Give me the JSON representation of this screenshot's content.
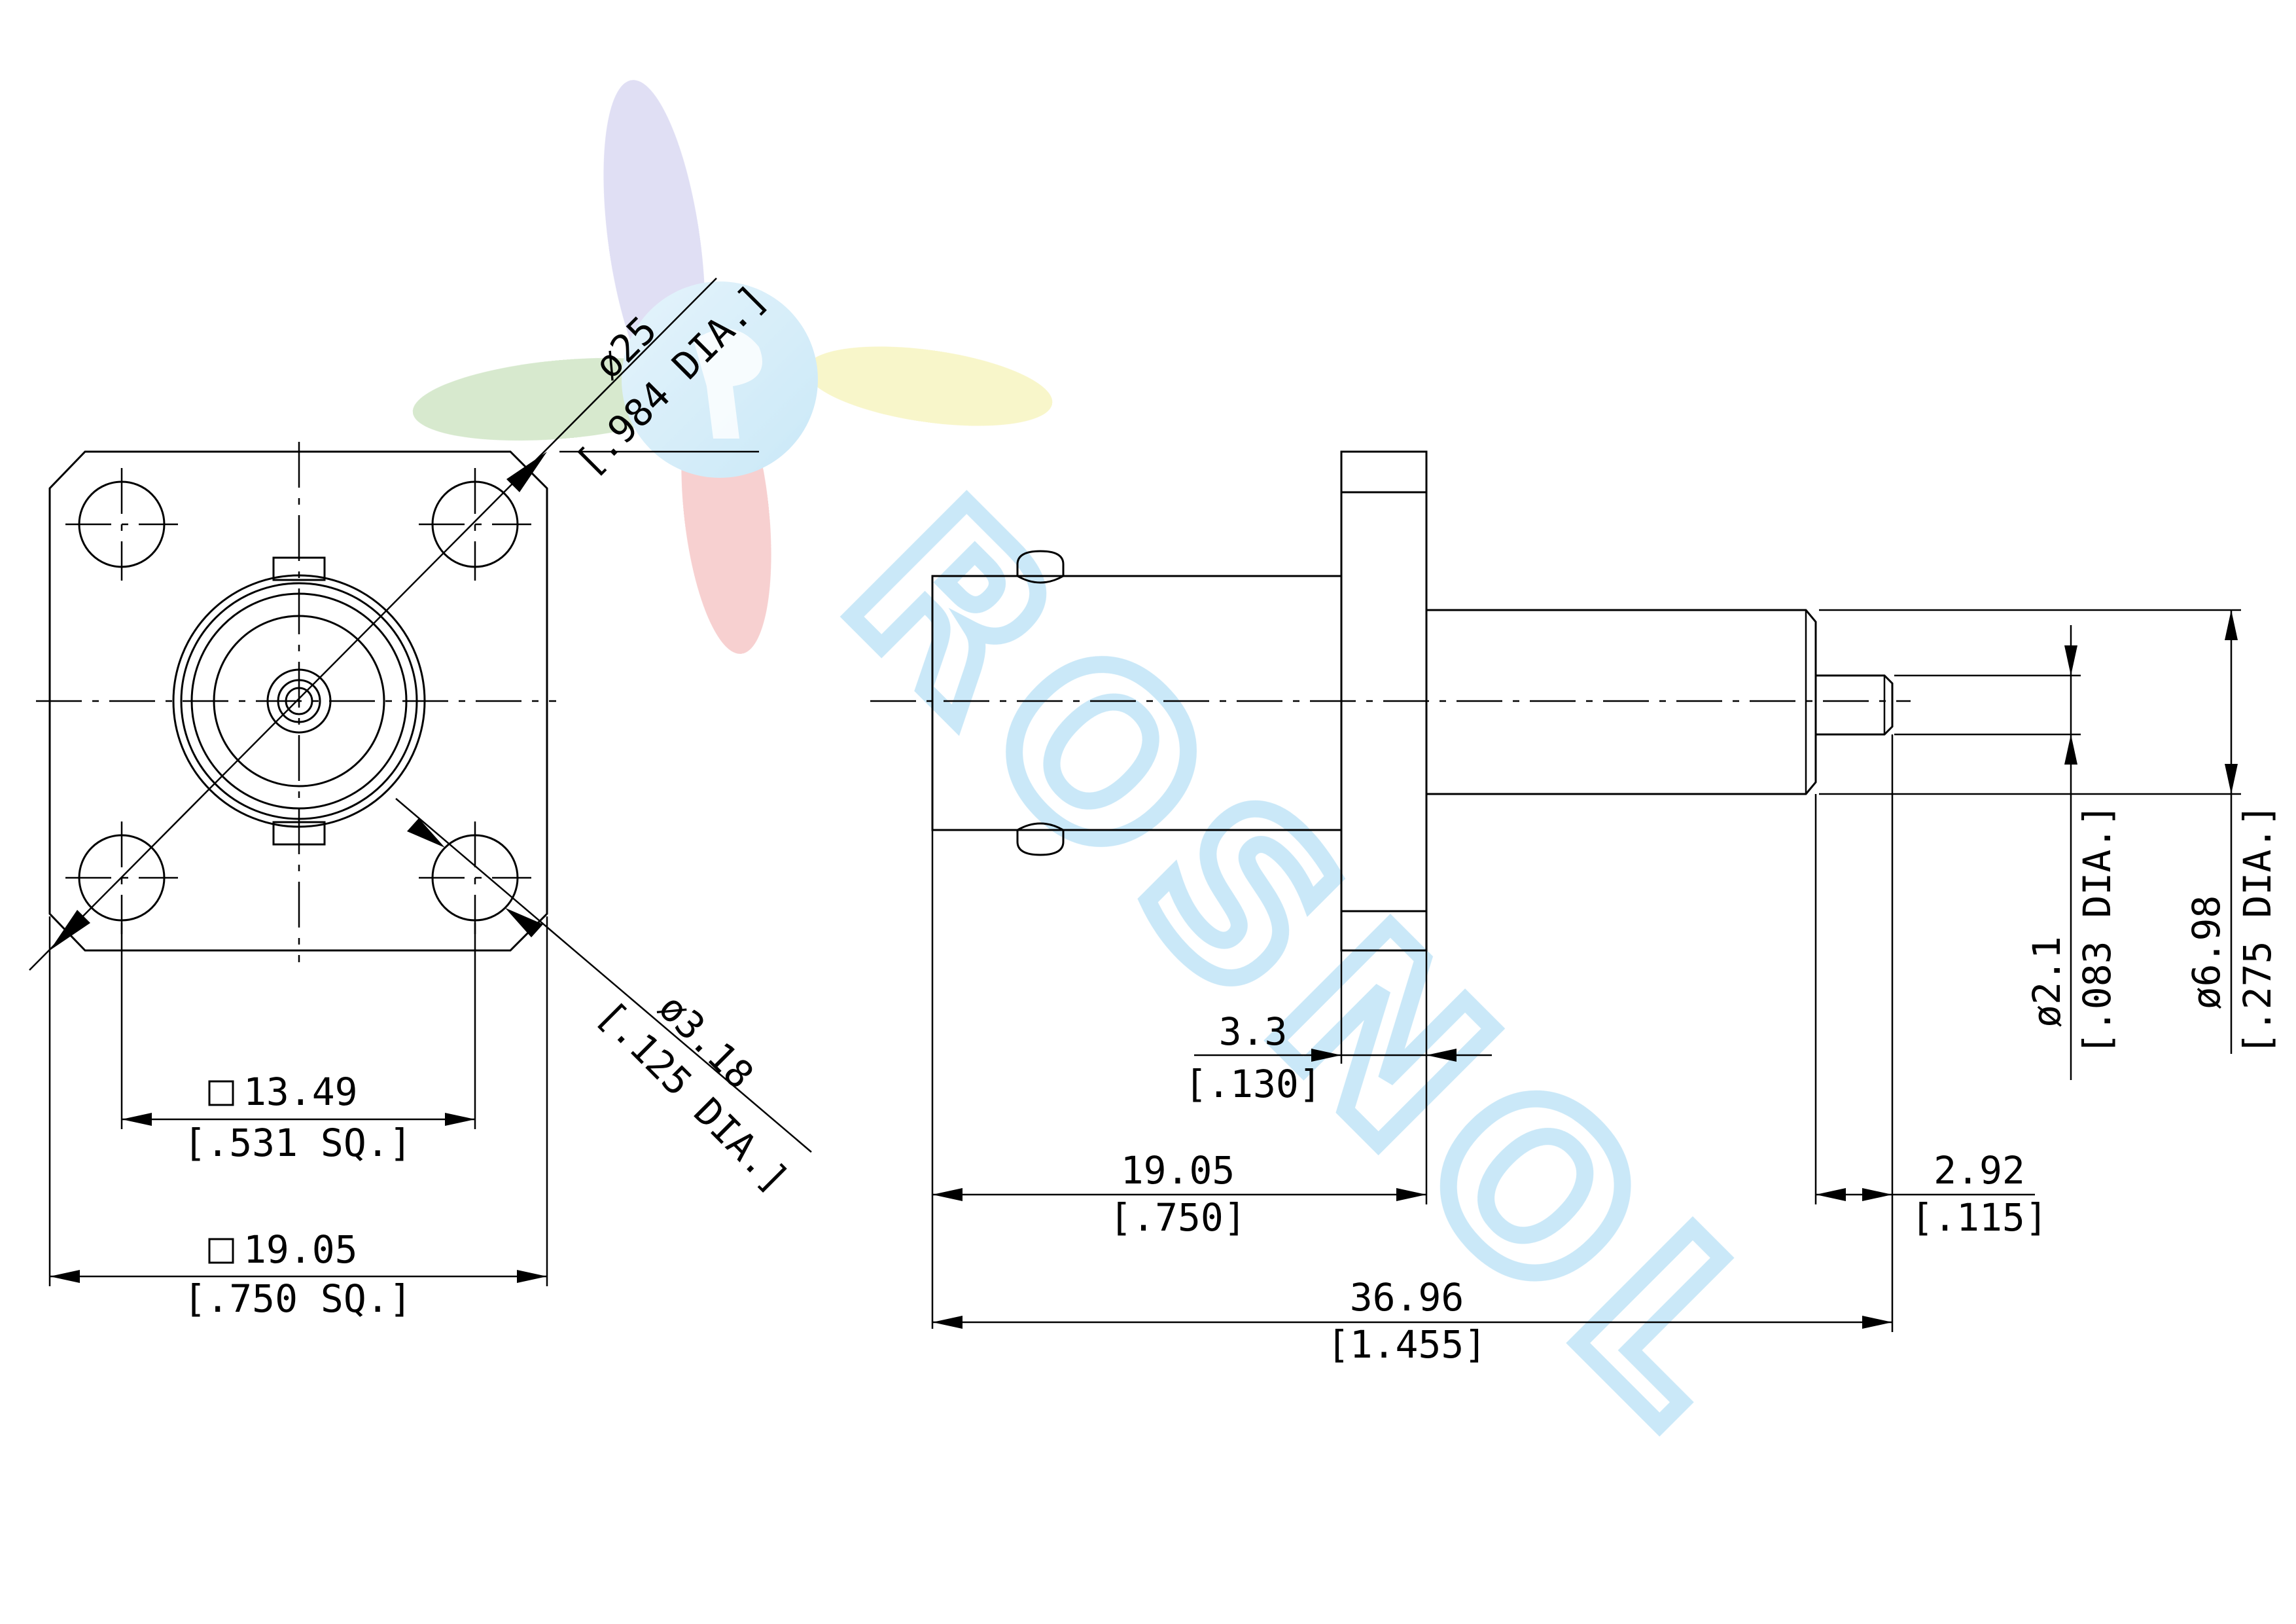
{
  "watermark": {
    "text": "ROSNOL",
    "logo_icon": "rosnol-logo-icon",
    "colors": {
      "blue": "#9fd6f2",
      "green": "#b6d8a6",
      "yellow": "#f3ee9e",
      "red": "#f0a9a9",
      "violet": "#c7c5ec"
    }
  },
  "front_view": {
    "flange_diameter": {
      "value": "ø25",
      "inch": "[.984 DIA.]"
    },
    "hole_diameter": {
      "value": "ø3.18",
      "inch": "[.125 DIA.]"
    },
    "hole_spacing": {
      "value": "13.49",
      "inch": "[.531 SQ.]",
      "symbol": "square"
    },
    "flange_size": {
      "value": "19.05",
      "inch": "[.750 SQ.]",
      "symbol": "square"
    }
  },
  "side_view": {
    "flange_thickness": {
      "value": "3.3",
      "inch": "[.130]"
    },
    "front_length": {
      "value": "19.05",
      "inch": "[.750]"
    },
    "pin_length": {
      "value": "2.92",
      "inch": "[.115]"
    },
    "overall_length": {
      "value": "36.96",
      "inch": "[1.455]"
    },
    "pin_diameter": {
      "value": "ø2.1",
      "inch": "[.083 DIA.]"
    },
    "body_diameter": {
      "value": "ø6.98",
      "inch": "[.275 DIA.]"
    }
  }
}
